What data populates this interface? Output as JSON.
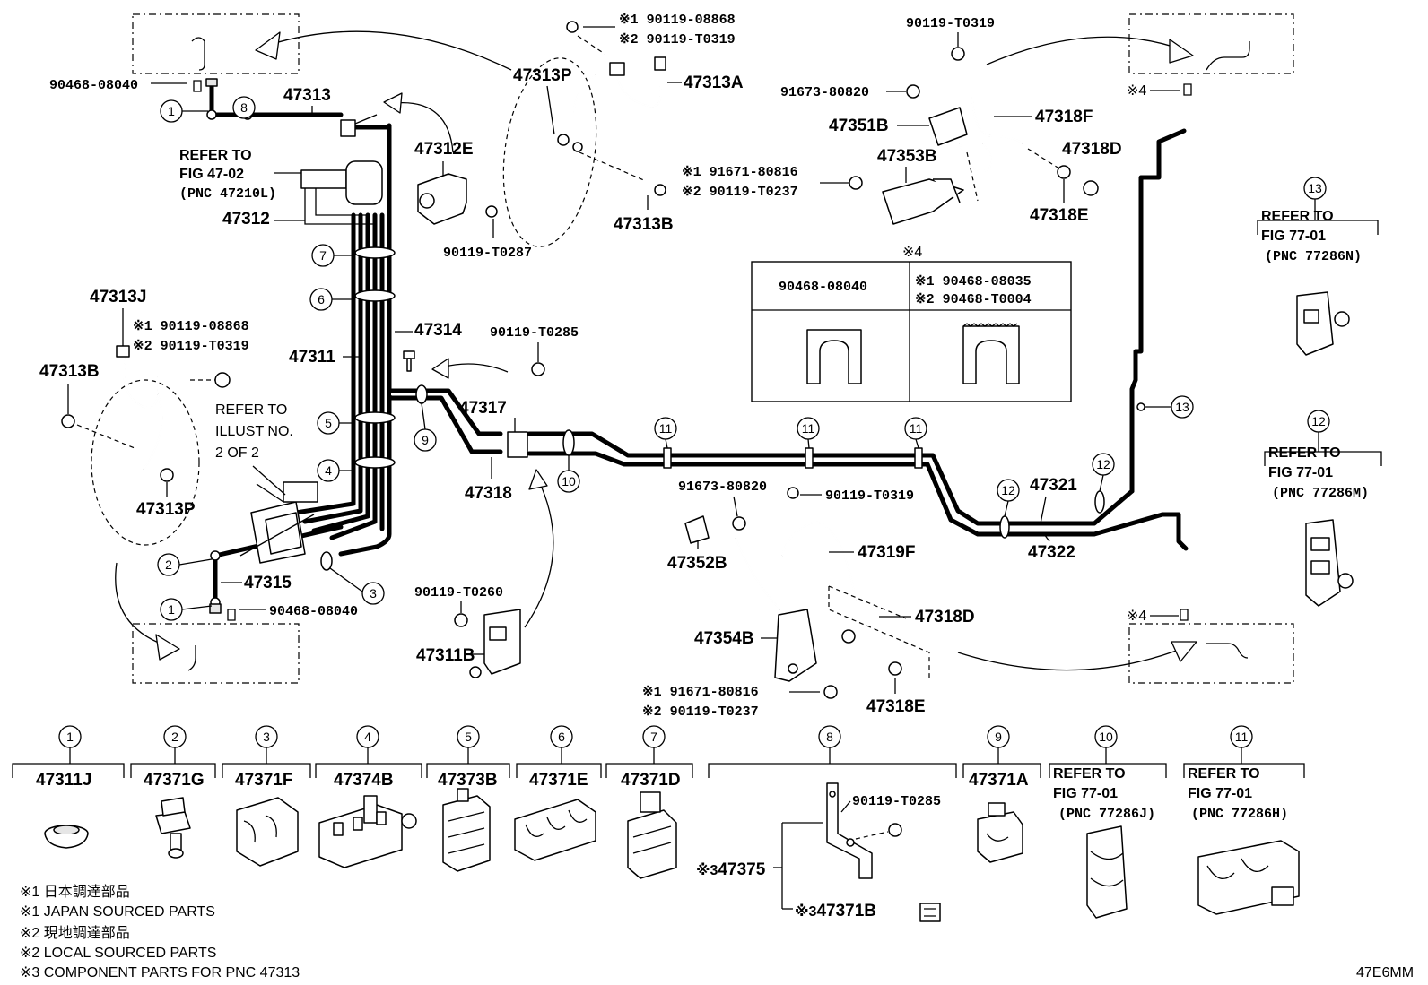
{
  "figure_code": "47E6MM",
  "mark_4": "※4",
  "mark_3": "※3",
  "callouts": {
    "c1": "1",
    "c2": "2",
    "c3": "3",
    "c4": "4",
    "c5": "5",
    "c6": "6",
    "c7": "7",
    "c8": "8",
    "c9": "9",
    "c10": "10",
    "c11": "11",
    "c12": "12",
    "c13": "13"
  },
  "parts": {
    "p90468_08040_top": "90468-08040",
    "p47313": "47313",
    "refer_fig_47_02": "REFER TO",
    "refer_fig_47_02_b": "FIG 47-02",
    "refer_fig_47_02_c": "(PNC 47210L)",
    "p47312": "47312",
    "p47313J": "47313J",
    "p90119_08868_left": "※1 90119-08868",
    "p90119_T0319_left": "※2 90119-T0319",
    "p47313B_left": "47313B",
    "p47313P_left": "47313P",
    "refer_illust": "REFER TO",
    "refer_illust_b": "ILLUST NO.",
    "refer_illust_c": "2 OF 2",
    "p47311": "47311",
    "p47314": "47314",
    "p47315": "47315",
    "p90468_08040_bottom": "90468-08040",
    "p90119_08868_top": "※1 90119-08868",
    "p90119_T0319_top": "※2 90119-T0319",
    "p47313P_top": "47313P",
    "p47313A": "47313A",
    "p47312E": "47312E",
    "p47313B_top": "47313B",
    "p90119_T0287": "90119-T0287",
    "p90119_T0285": "90119-T0285",
    "p47317": "47317",
    "p47318": "47318",
    "p90119_T0260": "90119-T0260",
    "p47311B": "47311B",
    "p90119_T0319_right": "90119-T0319",
    "p91673_80820_top": "91673-80820",
    "p47351B": "47351B",
    "p47318F": "47318F",
    "p47353B": "47353B",
    "p91671_80816_top": "※1 91671-80816",
    "p90119_T0237_top": "※2 90119-T0237",
    "p47318D_top": "47318D",
    "p47318E_top": "47318E",
    "p91673_80820_mid": "91673-80820",
    "p90119_T0319_mid": "90119-T0319",
    "p47352B": "47352B",
    "p47319F": "47319F",
    "p47354B": "47354B",
    "p47318D_mid": "47318D",
    "p91671_80816_bot": "※1 91671-80816",
    "p90119_T0237_bot": "※2 90119-T0237",
    "p47318E_mid": "47318E",
    "p47321": "47321",
    "p47322": "47322"
  },
  "table_4": {
    "col1_head": "90468-08040",
    "col2_head_1": "※1 90468-08035",
    "col2_head_2": "※2 90468-T0004"
  },
  "refer_right_13": {
    "l1": "REFER TO",
    "l2": "FIG 77-01",
    "l3": "(PNC 77286N)"
  },
  "refer_right_12": {
    "l1": "REFER TO",
    "l2": "FIG 77-01",
    "l3": "(PNC 77286M)"
  },
  "clip_row": [
    {
      "num": "1",
      "part": "47311J"
    },
    {
      "num": "2",
      "part": "47371G"
    },
    {
      "num": "3",
      "part": "47371F"
    },
    {
      "num": "4",
      "part": "47374B"
    },
    {
      "num": "5",
      "part": "47373B"
    },
    {
      "num": "6",
      "part": "47371E"
    },
    {
      "num": "7",
      "part": "47371D"
    },
    {
      "num": "8",
      "part": "47375",
      "sub_bolt": "90119-T0285",
      "sub_part": "47371B"
    },
    {
      "num": "9",
      "part": "47371A"
    },
    {
      "num": "10",
      "l1": "REFER TO",
      "l2": "FIG 77-01",
      "l3": "(PNC 77286J)"
    },
    {
      "num": "11",
      "l1": "REFER TO",
      "l2": "FIG 77-01",
      "l3": "(PNC 77286H)"
    }
  ],
  "notes": [
    "※1 日本調達部品",
    "※1 JAPAN SOURCED PARTS",
    "※2 現地調達部品",
    "※2 LOCAL SOURCED PARTS",
    "※3  COMPONENT PARTS FOR PNC 47313"
  ]
}
